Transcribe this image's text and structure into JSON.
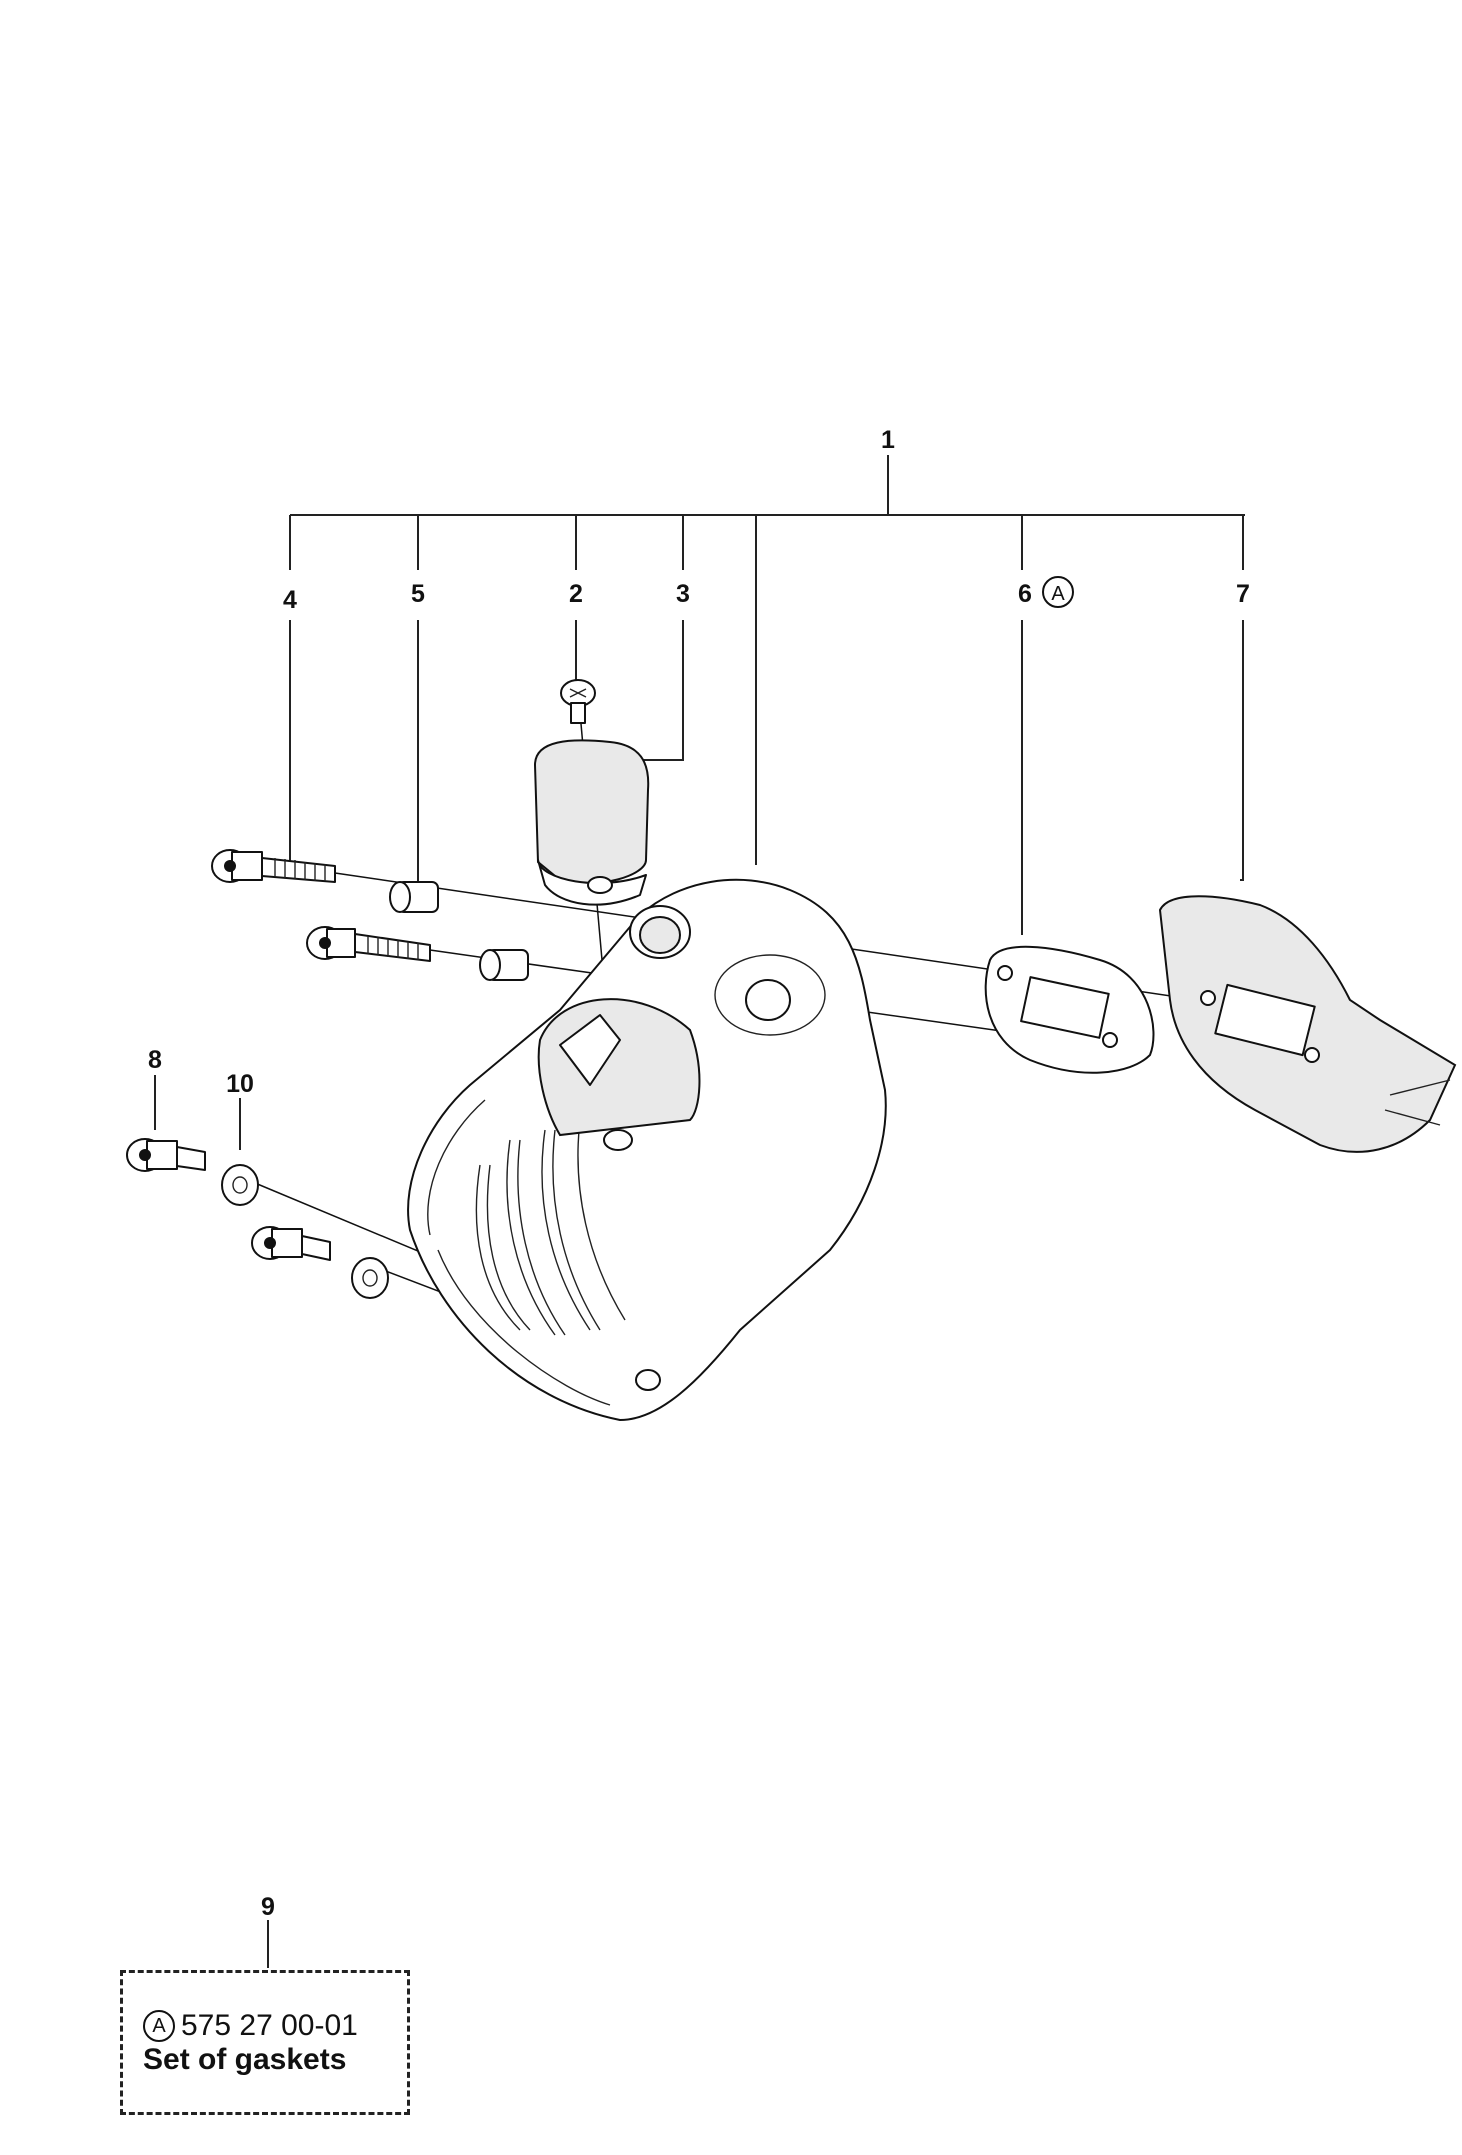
{
  "callouts": {
    "c1": "1",
    "c2": "2",
    "c3": "3",
    "c4": "4",
    "c5": "5",
    "c6": "6",
    "c7": "7",
    "c8": "8",
    "c9": "9",
    "c10": "10"
  },
  "marker": "A",
  "kit": {
    "marker": "A",
    "part_number": "575 27 00-01",
    "name": "Set of gaskets"
  }
}
